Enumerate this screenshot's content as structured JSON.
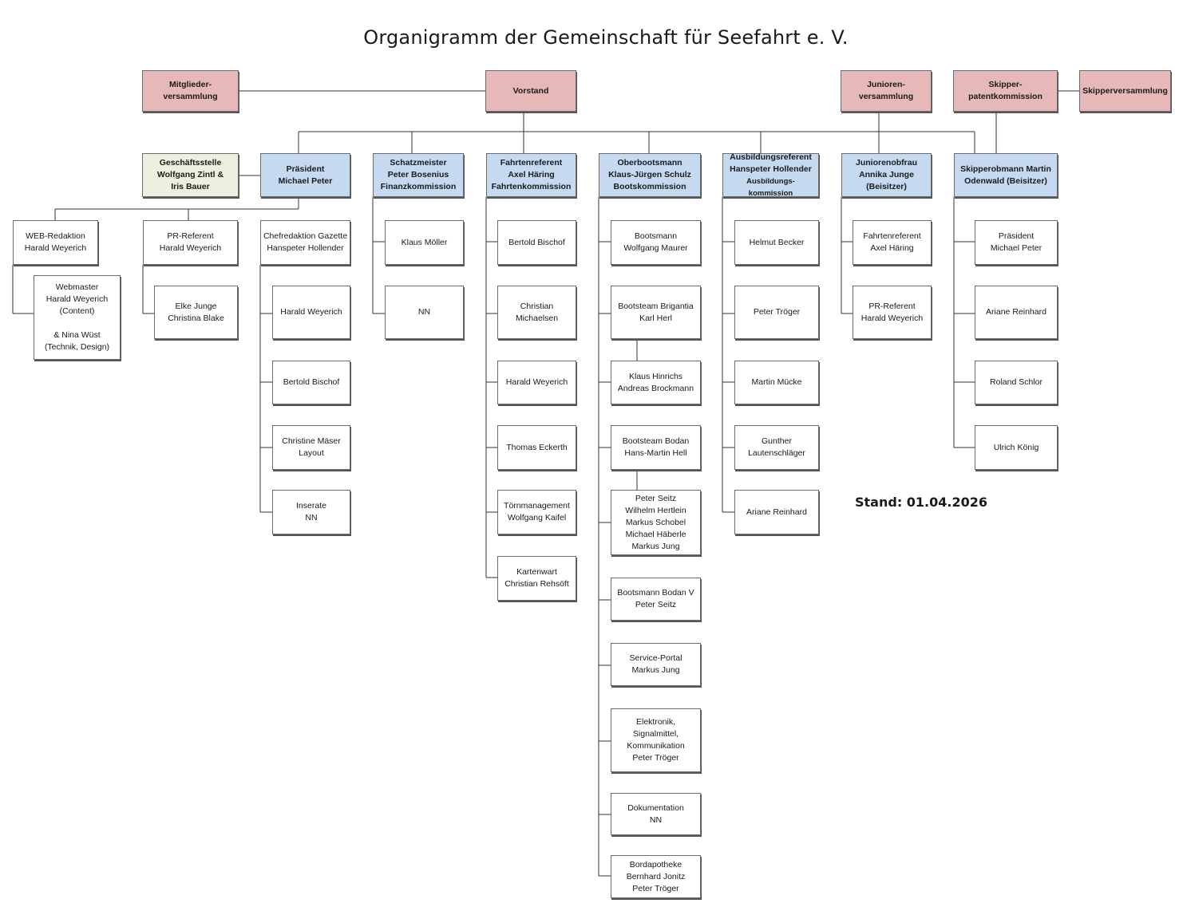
{
  "title": "Organigramm der Gemeinschaft für Seefahrt e. V.",
  "stand": "Stand: 01.04.2026",
  "colors": {
    "header_pink": "#e6b9b8",
    "header_blue": "#c5d9f1",
    "header_green": "#ebf1de",
    "line": "#333333"
  },
  "nodes": {
    "mitgliederversammlung": "Mitglieder-\nversammlung",
    "vorstand": "Vorstand",
    "juniorenversammlung": "Junioren-\nversammlung",
    "skipperpatentkommission": "Skipper-\npatentkommission",
    "skipperversammlung": "Skipperversammlung",
    "geschaeftsstelle": "Geschäftsstelle\nWolfgang Zintl &\nIris Bauer",
    "praesident": "Präsident\nMichael Peter",
    "schatzmeister": "Schatzmeister\nPeter Bosenius\nFinanzkommission",
    "fahrtenreferent": "Fahrtenreferent\nAxel Häring\nFahrtenkommission",
    "oberbootsmann": "Oberbootsmann\nKlaus-Jürgen Schulz\nBootskommission",
    "ausbildungsreferent_line1": "Ausbildungsreferent\nHanspeter Hollender",
    "ausbildungsreferent_line2": "Ausbildungs-kommission",
    "juniorenobfrau": "Juniorenobfrau\nAnnika Junge\n(Beisitzer)",
    "skipperobmann": "Skipperobmann    Martin\nOdenwald (Beisitzer)",
    "web_redaktion": "WEB-Redaktion\nHarald Weyerich",
    "webmaster": "Webmaster\nHarald Weyerich\n(Content)\n\n& Nina Wüst\n(Technik, Design)",
    "pr_referent": "PR-Referent\nHarald Weyerich",
    "pr_members": "Elke Junge\nChristina Blake",
    "chefredaktion": "Chefredaktion Gazette\nHanspeter Hollender",
    "gazette_harald": "Harald Weyerich",
    "gazette_bertold": "Bertold Bischof",
    "gazette_christine": "Christine Mäser\nLayout",
    "gazette_inserate": "Inserate\nNN",
    "fin_klaus": "Klaus Möller",
    "fin_nn": "NN",
    "fahrt_bertold": "Bertold Bischof",
    "fahrt_christian": "Christian\nMichaelsen",
    "fahrt_harald": "Harald Weyerich",
    "fahrt_thomas": "Thomas Eckerth",
    "fahrt_toern": "Törnmanagement\nWolfgang Kaifel",
    "fahrt_karten": "Kartenwart\nChristian Rehsöft",
    "boot_maurer": "Bootsmann\nWolfgang Maurer",
    "boot_brigantia": "Bootsteam Brigantia\nKarl Herl",
    "boot_hinrichs": "Klaus Hinrichs\nAndreas Brockmann",
    "boot_bodan": "Bootsteam Bodan\nHans-Martin Hell",
    "boot_seitz_team": "Peter Seitz\nWilhelm Hertlein\nMarkus Schobel\nMichael Häberle\nMarkus Jung",
    "boot_bodan_v": "Bootsmann Bodan V\nPeter Seitz",
    "boot_service": "Service-Portal\nMarkus Jung",
    "boot_elektronik": "Elektronik,\nSignalmittel,\nKommunikation\nPeter Tröger",
    "boot_doku": "Dokumentation\nNN",
    "boot_apotheke": "Bordapotheke\nBernhard Jonitz\nPeter Tröger",
    "ausb_becker": "Helmut Becker",
    "ausb_troeger": "Peter Tröger",
    "ausb_muecke": "Martin Mücke",
    "ausb_gunther": "Gunther\nLautenschläger",
    "ausb_reinhard": "Ariane Reinhard",
    "jun_fahrten": "Fahrtenreferent\nAxel Häring",
    "jun_pr": "PR-Referent\nHarald Weyerich",
    "skip_praesident": "Präsident\nMichael Peter",
    "skip_reinhard": "Ariane Reinhard",
    "skip_schlor": "Roland Schlor",
    "skip_koenig": "Ulrich König"
  }
}
